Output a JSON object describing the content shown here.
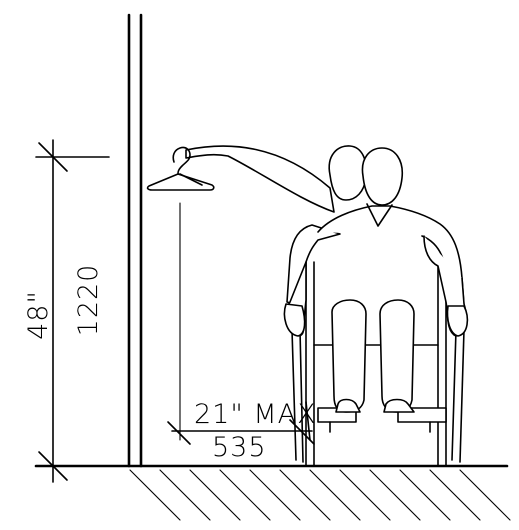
{
  "dimensions": {
    "reach_height_imperial": "48\"",
    "reach_height_metric": "1220",
    "reach_depth_imperial": "21\" MAX",
    "reach_depth_metric": "535"
  },
  "icons": {
    "hanger": "coat-hanger-icon",
    "person": "wheelchair-user-figure"
  }
}
